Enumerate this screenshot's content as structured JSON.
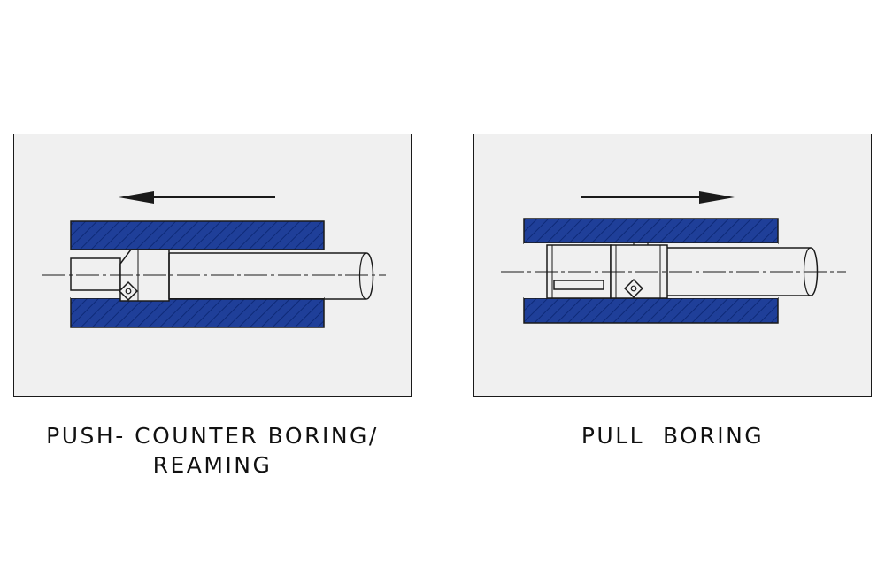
{
  "colors": {
    "workpiece": "#1f3f99",
    "hatch": "#0e2a78",
    "outline": "#1a1a1a",
    "tool_fill": "#f0f0f0",
    "panel_background": "#f0f0f0"
  },
  "left_panel": {
    "motion": "leftward-arrow-icon",
    "caption_line1": "PUSH- COUNTER BORING/",
    "caption_line2": "REAMING"
  },
  "right_panel": {
    "motion": "rightward-arrow-icon",
    "caption": "PULL  BORING"
  }
}
